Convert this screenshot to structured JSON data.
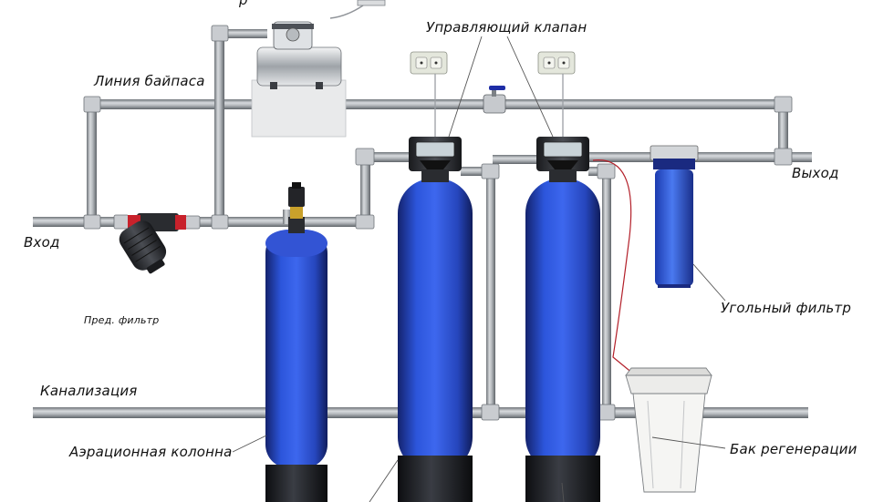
{
  "labels": {
    "top_cut": "р",
    "control_valve": "Управляющий клапан",
    "bypass_line": "Линия байпаса",
    "outlet": "Выход",
    "inlet": "Вход",
    "pre_filter": "Пред. фильтр",
    "carbon_filter": "Угольный фильтр",
    "sewer": "Канализация",
    "aeration_column": "Аэрационная колонна",
    "regen_tank": "Бак регенерации"
  },
  "colors": {
    "pipe": "#a9adb2",
    "pipe_edge": "#6e7378",
    "tank_blue": "#2a4fd6",
    "tank_base": "#1d1f24",
    "valve_body": "#2b2d31",
    "screen": "#c9d3d8"
  },
  "icons": {
    "socket": "power-socket-icon",
    "valve": "control-valve-icon",
    "compressor": "compressor-icon",
    "strainer": "disc-filter-icon"
  }
}
